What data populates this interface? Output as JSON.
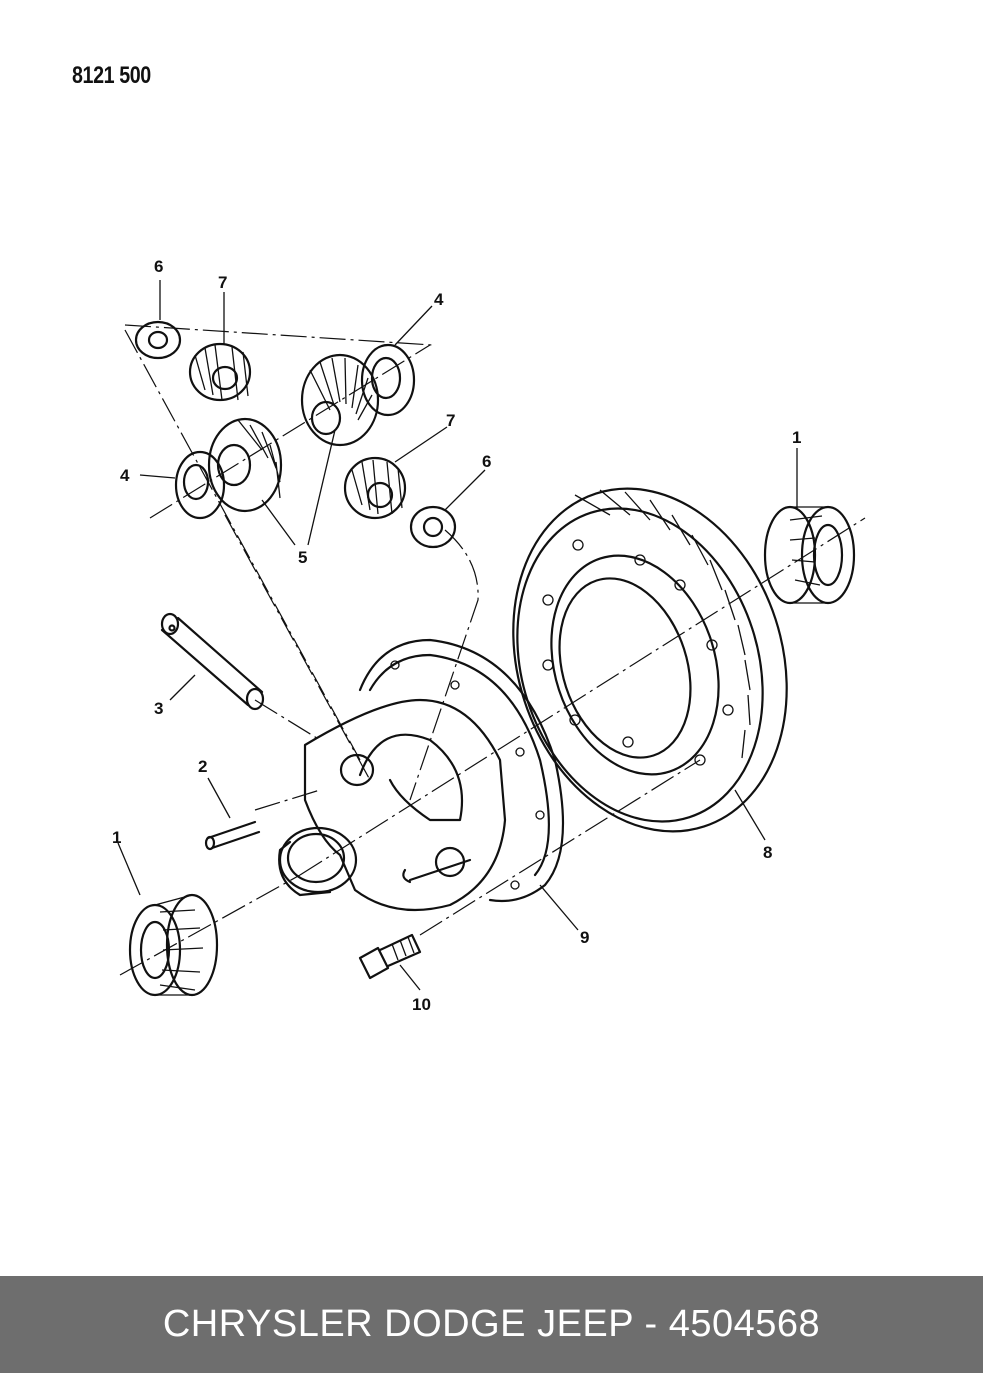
{
  "diagram": {
    "code": "8121 500",
    "callouts": [
      "6",
      "7",
      "4",
      "7",
      "6",
      "4",
      "5",
      "1",
      "3",
      "2",
      "1",
      "8",
      "9",
      "10"
    ]
  },
  "footer": {
    "caption": "CHRYSLER DODGE JEEP - 4504568"
  },
  "colors": {
    "footer_background": "#6e6e6e",
    "footer_text": "#ffffff",
    "line_art": "#111111"
  }
}
